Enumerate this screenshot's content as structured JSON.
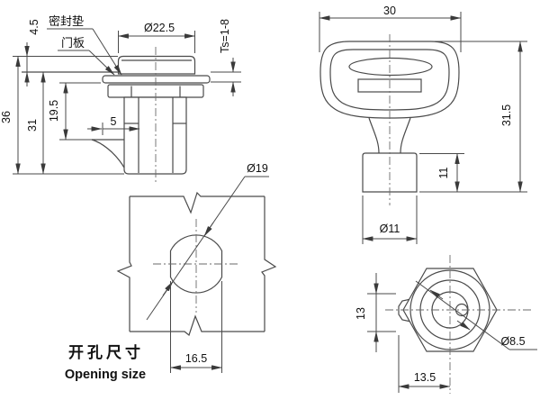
{
  "drawing": {
    "type": "technical-dimension-drawing",
    "colors": {
      "background": "#ffffff",
      "line": "#4a4a4a",
      "text": "#111111"
    },
    "side_view": {
      "labels": {
        "seal_gasket": "密封垫",
        "door_panel": "门板"
      },
      "dims": {
        "head_diameter": "Ø22.5",
        "panel_thickness": "Ts=1-8",
        "head_height": "4.5",
        "total_length": "36",
        "below_panel_length": "31",
        "grip_range": "19.5",
        "cam_offset": "5"
      }
    },
    "key_view": {
      "dims": {
        "head_width": "30",
        "total_height": "31.5",
        "shaft_height": "11",
        "shaft_diameter": "Ø11"
      }
    },
    "opening_view": {
      "title_zh": "开孔尺寸",
      "title_en": "Opening size",
      "dims": {
        "hole_diameter": "Ø19",
        "across_flats": "16.5"
      }
    },
    "back_view": {
      "dims": {
        "tab_height": "13",
        "core_diameter": "Ø8.5",
        "cam_reach": "13.5"
      }
    }
  }
}
